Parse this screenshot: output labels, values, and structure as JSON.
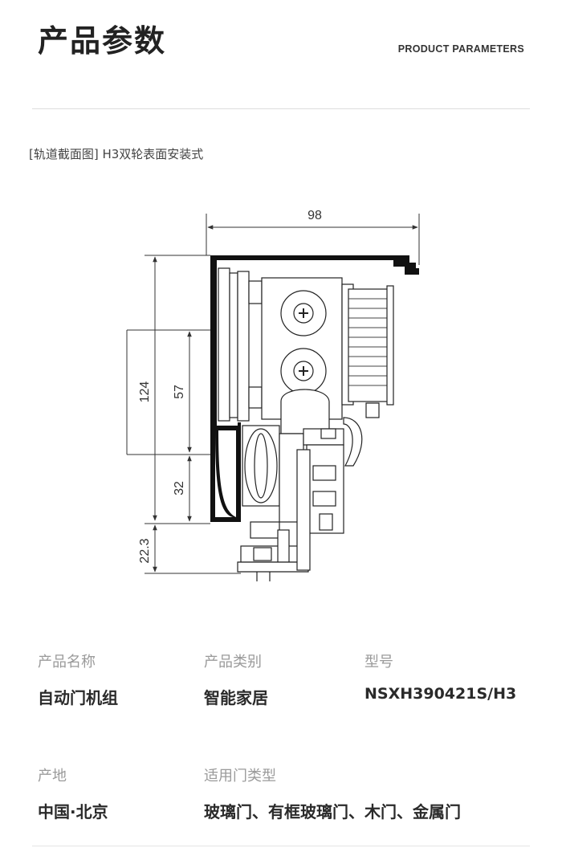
{
  "header": {
    "title": "产品参数",
    "subtitle": "PRODUCT PARAMETERS"
  },
  "diagram": {
    "caption": "[轨道截面图] H3双轮表面安装式",
    "dimensions": {
      "width": "98",
      "height_total": "124",
      "height_upper": "57",
      "height_lower": "32",
      "height_bottom": "22.3"
    }
  },
  "specs": {
    "name_label": "产品名称",
    "name_value": "自动门机组",
    "category_label": "产品类别",
    "category_value": "智能家居",
    "model_label": "型号",
    "model_value": "NSXH390421S/H3",
    "origin_label": "产地",
    "origin_value": "中国·北京",
    "door_type_label": "适用门类型",
    "door_type_value": "玻璃门、有框玻璃门、木门、金属门"
  }
}
